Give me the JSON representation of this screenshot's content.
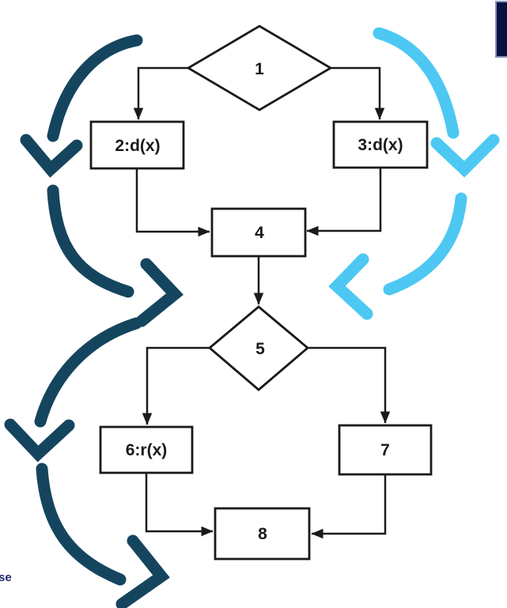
{
  "diagram": {
    "nodes": [
      {
        "id": "1",
        "label": "1",
        "shape": "diamond"
      },
      {
        "id": "2",
        "label": "2:d(x)",
        "shape": "rectangle"
      },
      {
        "id": "3",
        "label": "3:d(x)",
        "shape": "rectangle"
      },
      {
        "id": "4",
        "label": "4",
        "shape": "rectangle"
      },
      {
        "id": "5",
        "label": "5",
        "shape": "diamond"
      },
      {
        "id": "6",
        "label": "6:r(x)",
        "shape": "rectangle"
      },
      {
        "id": "7",
        "label": "7",
        "shape": "rectangle"
      },
      {
        "id": "8",
        "label": "8",
        "shape": "rectangle"
      }
    ],
    "edges": [
      {
        "from": "1",
        "to": "2"
      },
      {
        "from": "1",
        "to": "3"
      },
      {
        "from": "2",
        "to": "4"
      },
      {
        "from": "3",
        "to": "4"
      },
      {
        "from": "4",
        "to": "5"
      },
      {
        "from": "5",
        "to": "6"
      },
      {
        "from": "5",
        "to": "7"
      },
      {
        "from": "6",
        "to": "8"
      },
      {
        "from": "7",
        "to": "8"
      }
    ],
    "loop_annotations": [
      {
        "side": "left",
        "color_name": "dark-navy",
        "segments": 4,
        "direction": "top-to-bottom"
      },
      {
        "side": "right",
        "color_name": "light-blue",
        "segments": 2,
        "direction": "top-to-bottom"
      }
    ]
  },
  "corner_text": "se",
  "colors": {
    "node_stroke": "#1a1a1a",
    "node_fill": "#ffffff",
    "label_color": "#1a1a1a",
    "loop_arrow_dark": "#15455e",
    "loop_arrow_cyan": "#4cc8f2",
    "corner_rect_fill": "#081140",
    "corner_rect_border": "#8b93b8",
    "corner_text_color": "#1f2a6e",
    "background": "#ffffff"
  }
}
